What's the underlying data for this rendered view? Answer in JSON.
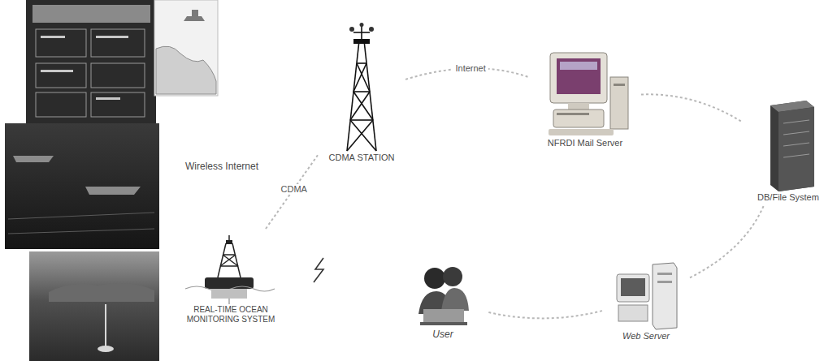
{
  "diagram": {
    "nodes": [
      {
        "text": [
          "REAL-TIME OCEAN MONITORING SYSTEM"
        ]
      },
      {
        "text": [
          "CDMA STATION"
        ]
      },
      {
        "text": [
          "NFRDI Mail Server"
        ]
      },
      {
        "text": [
          "DB/File System"
        ]
      },
      {
        "text": [
          "Web Server"
        ]
      },
      {
        "text": [
          "User"
        ]
      }
    ],
    "edges": [
      {
        "from": 0,
        "to": 1,
        "label": "CDMA",
        "arrow": "none"
      },
      {
        "from": 1,
        "to": 2,
        "label": "Internet",
        "arrow": "none"
      },
      {
        "from": 2,
        "to": 3,
        "arrow": "none"
      },
      {
        "from": 3,
        "to": 4,
        "arrow": "none"
      },
      {
        "from": 4,
        "to": 5,
        "arrow": "none"
      }
    ],
    "labels": [
      "Wireless Internet"
    ]
  }
}
